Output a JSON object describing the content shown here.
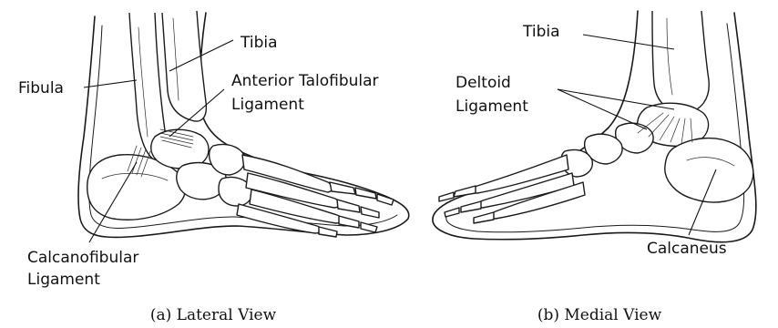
{
  "lateral": {
    "labels": {
      "tibia": "Tibia",
      "fibula": "Fibula",
      "atfl_line1": "Anterior Talofibular",
      "atfl_line2": "Ligament",
      "cfl_line1": "Calcanofibular",
      "cfl_line2": "Ligament"
    },
    "caption": "(a) Lateral View"
  },
  "medial": {
    "labels": {
      "tibia": "Tibia",
      "deltoid_line1": "Deltoid",
      "deltoid_line2": "Ligament",
      "calcaneus": "Calcaneus"
    },
    "caption": "(b) Medial View"
  }
}
